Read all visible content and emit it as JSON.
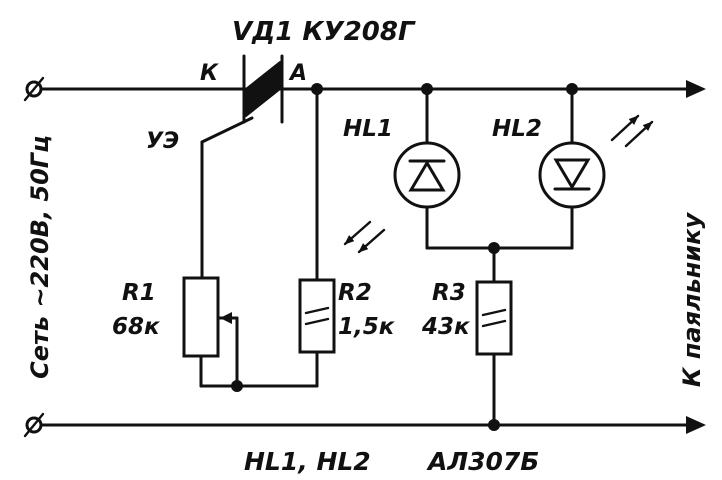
{
  "labels": {
    "thyristor": "VД1 КУ208Г",
    "cathode": "К",
    "anode": "А",
    "gate": "УЭ",
    "hl1": "HL1",
    "hl2": "HL2",
    "r1_name": "R1",
    "r1_value": "68к",
    "r2_name": "R2",
    "r2_value": "1,5к",
    "r3_name": "R3",
    "r3_value": "43к",
    "input": "Сеть ~220В, 50Гц",
    "output": "К паяльнику",
    "led_names": "HL1, HL2",
    "led_type": "АЛ307Б"
  }
}
